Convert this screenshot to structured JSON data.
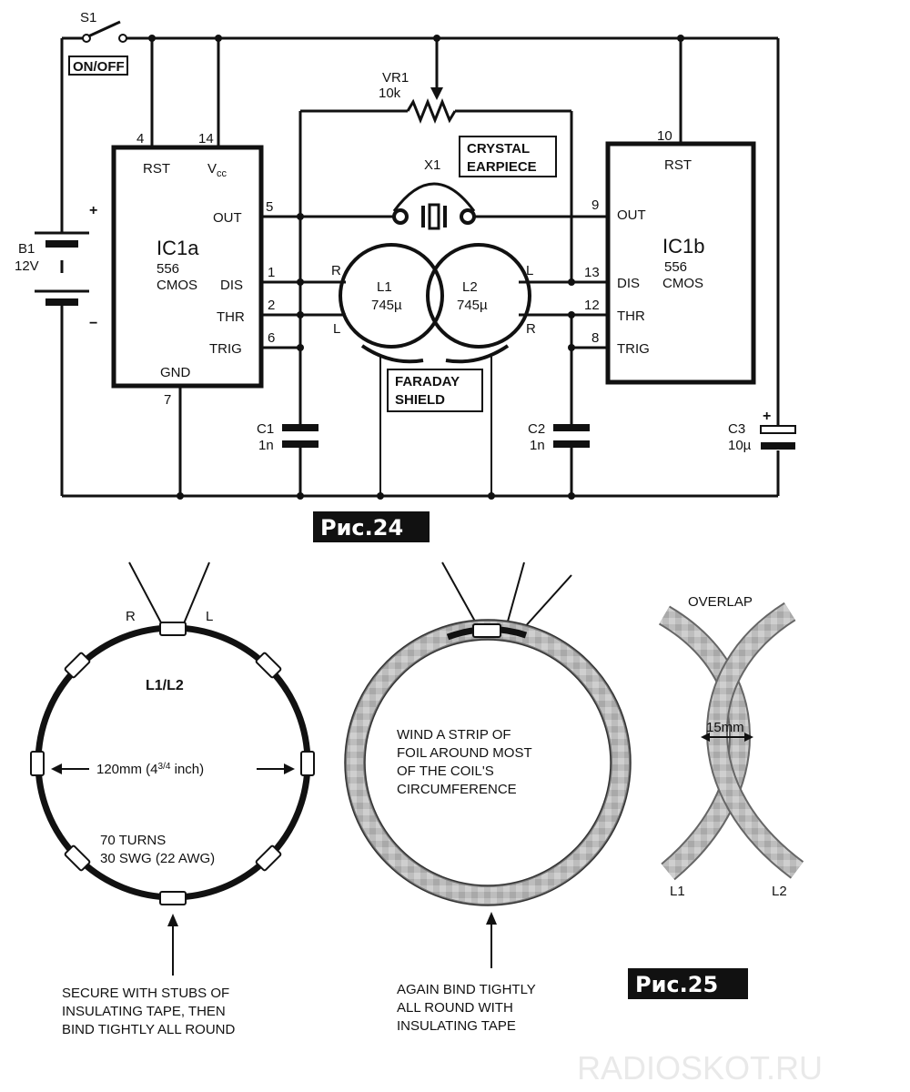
{
  "schematic": {
    "switch": {
      "ref": "S1",
      "label": "ON/OFF"
    },
    "battery": {
      "ref": "B1",
      "value": "12V",
      "plus": "+",
      "minus": "−"
    },
    "vr1": {
      "ref": "VR1",
      "value": "10k"
    },
    "x1": {
      "ref": "X1",
      "label_line1": "CRYSTAL",
      "label_line2": "EARPIECE"
    },
    "ic1a": {
      "name": "IC1a",
      "type": "556",
      "tech": "CMOS",
      "pins": {
        "rst": "RST",
        "vcc": "V",
        "vcc_sub": "cc",
        "out": "OUT",
        "dis": "DIS",
        "thr": "THR",
        "trig": "TRIG",
        "gnd": "GND"
      },
      "pin_numbers": {
        "rst": "4",
        "vcc": "14",
        "out": "5",
        "dis": "1",
        "thr": "2",
        "trig": "6",
        "gnd": "7"
      }
    },
    "ic1b": {
      "name": "IC1b",
      "type": "556",
      "tech": "CMOS",
      "pins": {
        "rst": "RST",
        "out": "OUT",
        "dis": "DIS",
        "thr": "THR",
        "trig": "TRIG"
      },
      "pin_numbers": {
        "rst": "10",
        "out": "9",
        "dis": "13",
        "thr": "12",
        "trig": "8"
      }
    },
    "l1": {
      "ref": "L1",
      "value": "745µ"
    },
    "l2": {
      "ref": "L2",
      "value": "745µ"
    },
    "wire_labels": {
      "l1_top": "R",
      "l1_bottom": "L",
      "l2_top": "L",
      "l2_bottom": "R"
    },
    "faraday": {
      "line1": "FARADAY",
      "line2": "SHIELD"
    },
    "c1": {
      "ref": "C1",
      "value": "1n"
    },
    "c2": {
      "ref": "C2",
      "value": "1n"
    },
    "c3": {
      "ref": "C3",
      "value": "10µ",
      "plus": "+"
    },
    "figure_label": "Рис.24"
  },
  "coil_views": {
    "coil1": {
      "lead_r": "R",
      "lead_l": "L",
      "title": "L1/L2",
      "dimension": "120mm (4",
      "dimension_frac": "3/4",
      "dimension_end": " inch)",
      "turns_line1": "70 TURNS",
      "turns_line2": "30 SWG (22 AWG)",
      "caption_line1": "SECURE WITH STUBS OF",
      "caption_line2": "INSULATING TAPE, THEN",
      "caption_line3": "BIND TIGHTLY ALL ROUND"
    },
    "coil2": {
      "note_line1": "WIND A STRIP OF",
      "note_line2": "FOIL AROUND MOST",
      "note_line3": "OF THE COIL'S",
      "note_line4": "CIRCUMFERENCE",
      "caption_line1": "AGAIN BIND TIGHTLY",
      "caption_line2": "ALL ROUND WITH",
      "caption_line3": "INSULATING TAPE"
    },
    "overlap": {
      "title": "OVERLAP",
      "dimension": "15mm",
      "left": "L1",
      "right": "L2"
    },
    "figure_label": "Рис.25"
  },
  "watermark": "RADIOSKOT.RU"
}
